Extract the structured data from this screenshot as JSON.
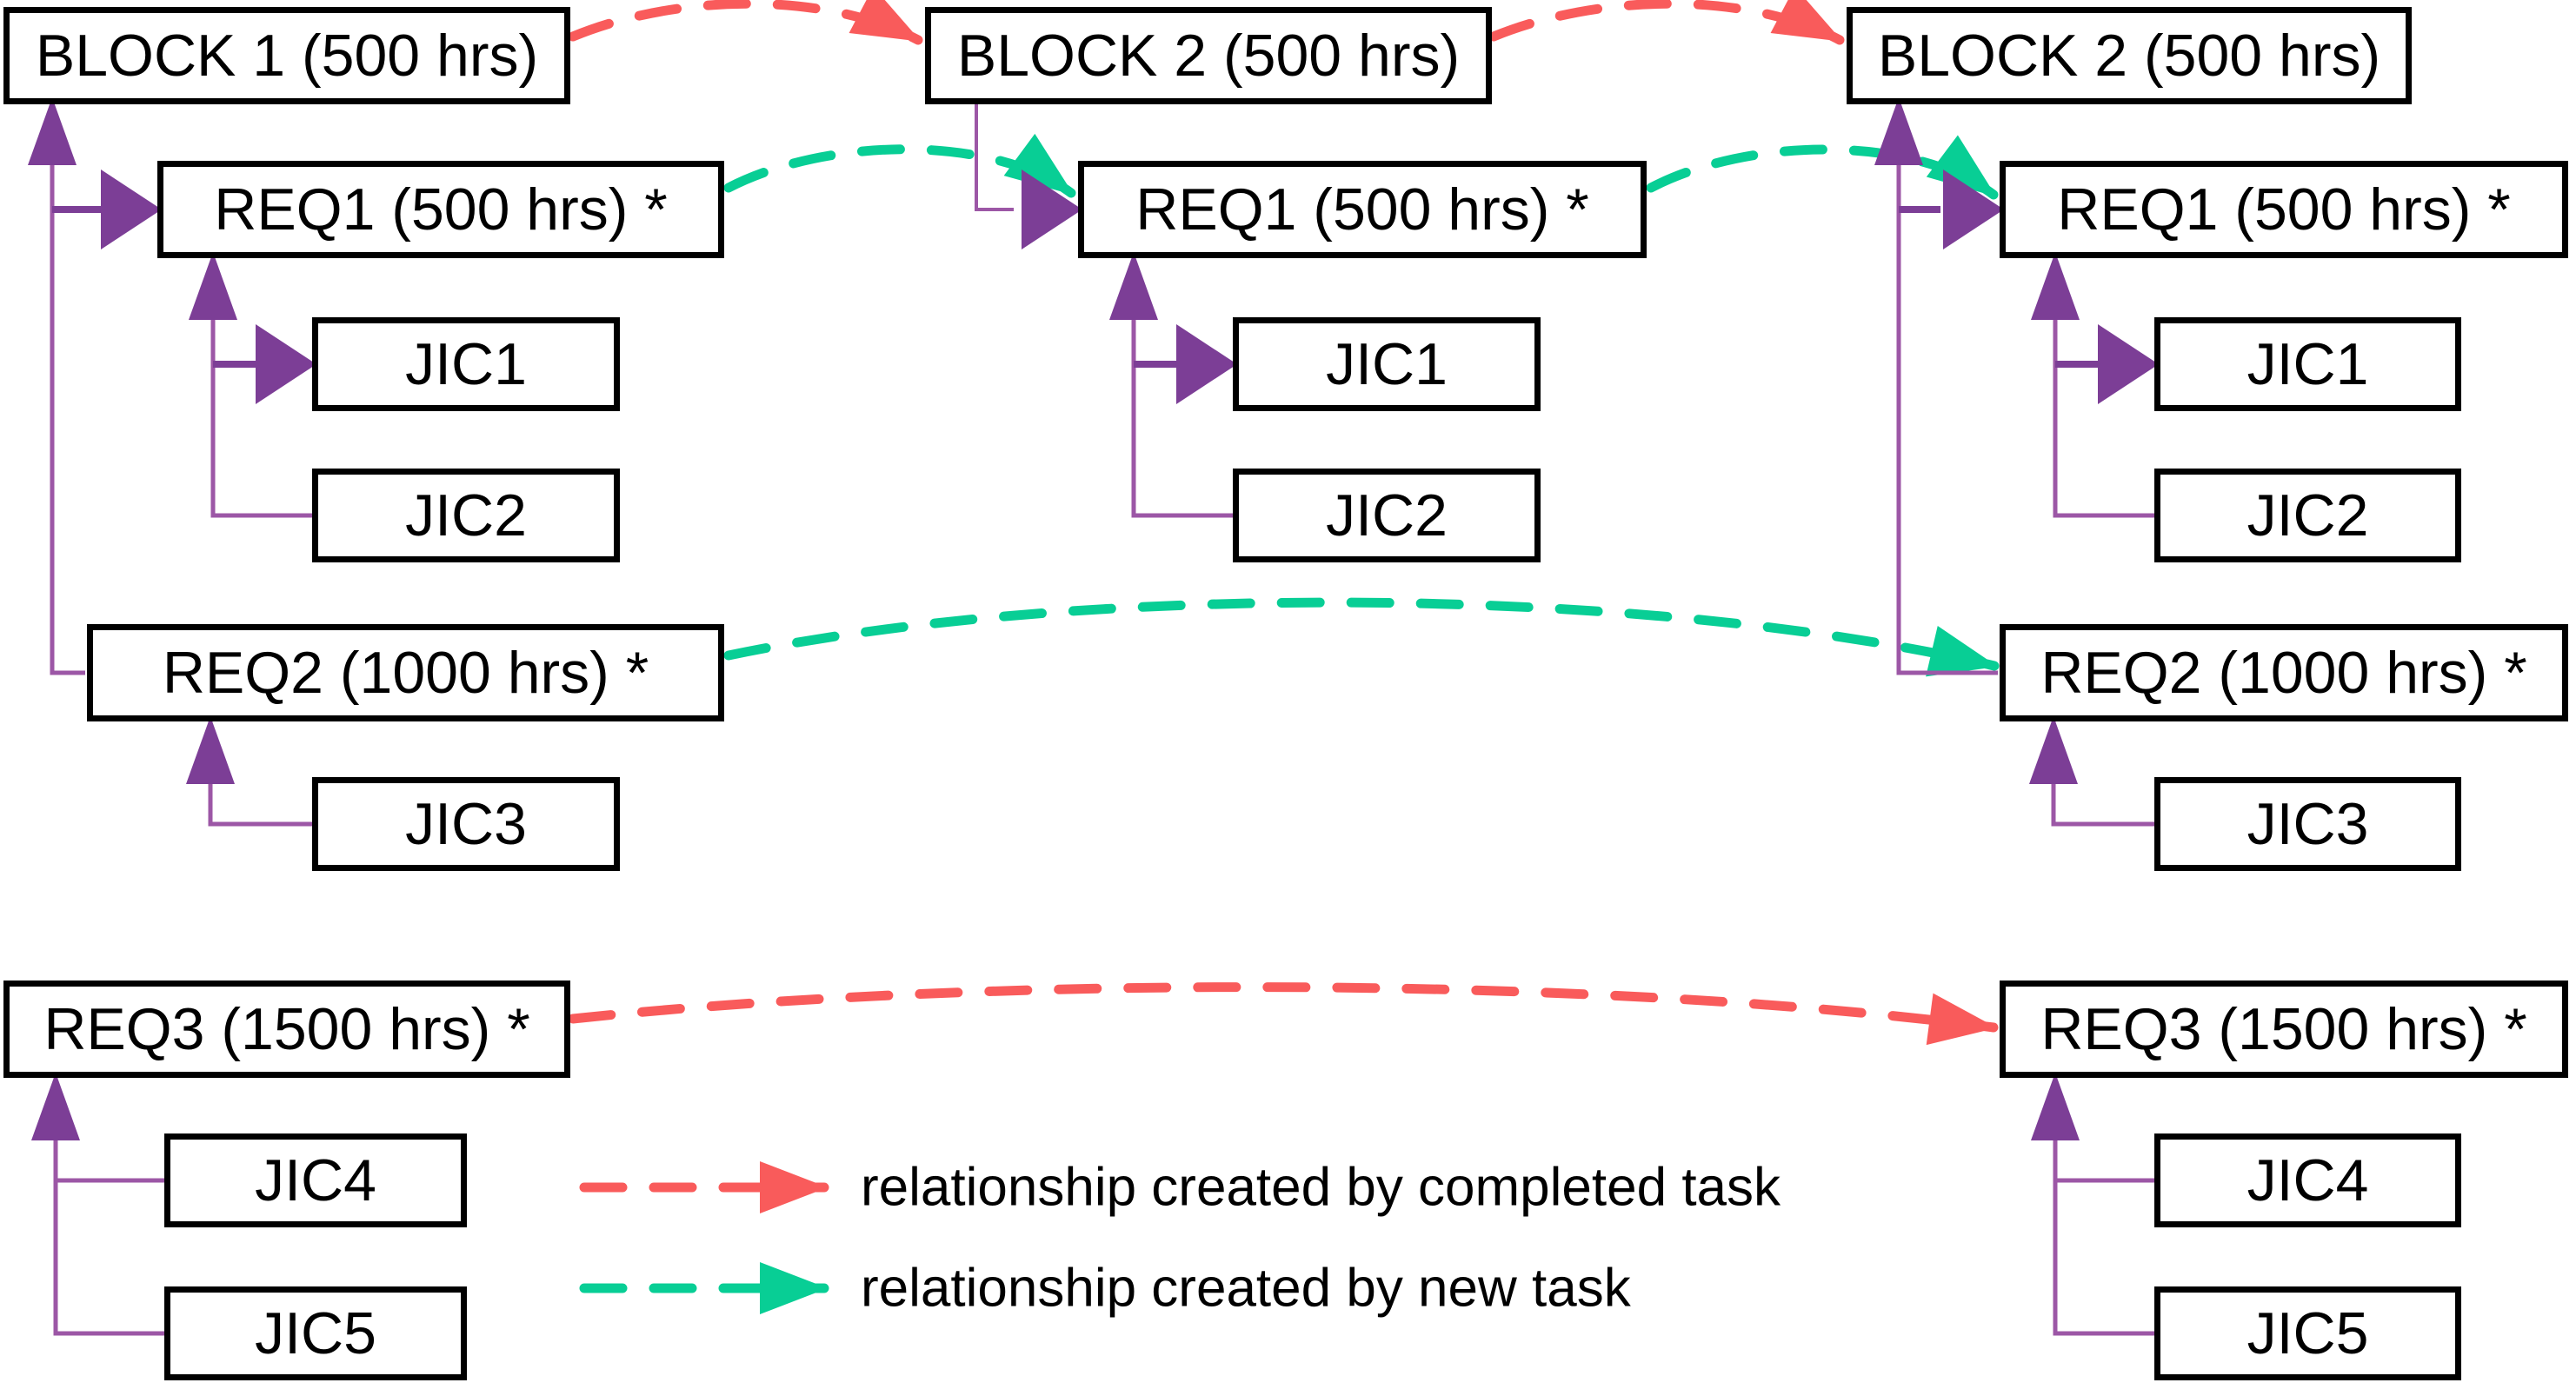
{
  "colors": {
    "purple_line": "#9C57A6",
    "purple_arrow": "#7C3E96",
    "red": "#F95B5B",
    "green": "#08CE95",
    "ink": "#000000",
    "bg": "#FFFFFF"
  },
  "nodes": {
    "col1": {
      "block": "BLOCK 1 (500 hrs)",
      "req1": "REQ1 (500 hrs) *",
      "jic1": "JIC1",
      "jic2": "JIC2",
      "req2": "REQ2 (1000 hrs) *",
      "jic3": "JIC3",
      "req3": "REQ3 (1500 hrs) *",
      "jic4": "JIC4",
      "jic5": "JIC5"
    },
    "col2": {
      "block": "BLOCK 2 (500 hrs)",
      "req1": "REQ1 (500 hrs) *",
      "jic1": "JIC1",
      "jic2": "JIC2"
    },
    "col3": {
      "block": "BLOCK 2 (500 hrs)",
      "req1": "REQ1 (500 hrs) *",
      "jic1": "JIC1",
      "jic2": "JIC2",
      "req2": "REQ2 (1000 hrs) *",
      "jic3": "JIC3",
      "req3": "REQ3 (1500 hrs) *",
      "jic4": "JIC4",
      "jic5": "JIC5"
    }
  },
  "relationships": {
    "completed_task_links": [
      {
        "from": "col1.block",
        "to": "col2.block"
      },
      {
        "from": "col2.block",
        "to": "col3.block"
      },
      {
        "from": "col1.req3",
        "to": "col3.req3"
      }
    ],
    "new_task_links": [
      {
        "from": "col1.req1",
        "to": "col2.req1"
      },
      {
        "from": "col2.req1",
        "to": "col3.req1"
      },
      {
        "from": "col1.req2",
        "to": "col3.req2"
      }
    ]
  },
  "legend": {
    "completed_label": "relationship created by completed task",
    "new_label": "relationship created by new task"
  }
}
